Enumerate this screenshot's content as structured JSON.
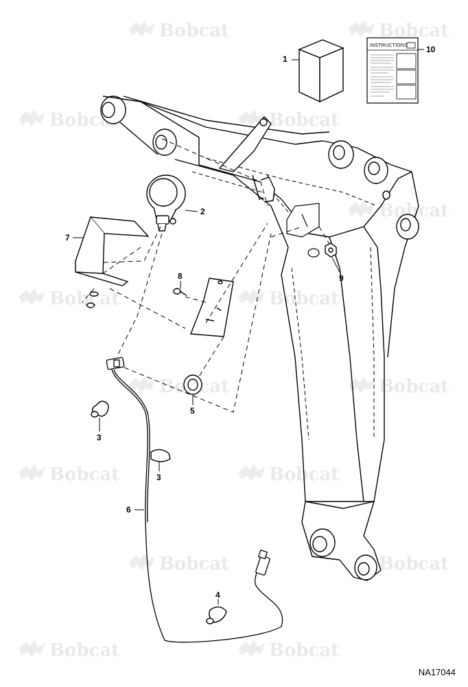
{
  "watermark": {
    "text": "Bobcat"
  },
  "callouts": {
    "c1": "1",
    "c2": "2",
    "c3a": "3",
    "c3b": "3",
    "c4": "4",
    "c5": "5",
    "c6": "6",
    "c7": "7",
    "c8": "8",
    "c9": "9",
    "c10": "10"
  },
  "instructions_sheet": {
    "title": "INSTRUCTIONS"
  },
  "figure_id": "NA17044"
}
